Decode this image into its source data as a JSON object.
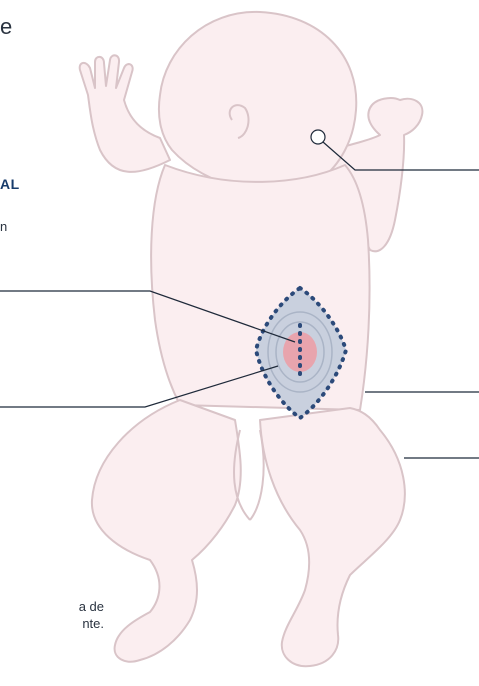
{
  "fragments": {
    "top": "e",
    "heading": "AL",
    "n": "n",
    "bottom_line1": "a de",
    "bottom_line2": "nte."
  },
  "colors": {
    "skin_fill": "#fbeef0",
    "skin_outline": "#d9c4c8",
    "lesion_fill": "#c9d0de",
    "lesion_dots": "#2c4a7a",
    "lesion_center": "#e8a4ad",
    "leader_line": "#1f2a3a"
  }
}
